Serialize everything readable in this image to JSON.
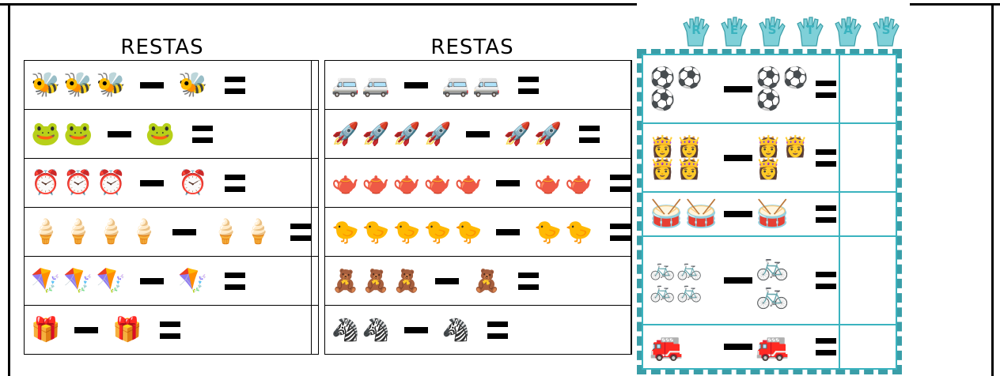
{
  "worksheets": [
    {
      "title": "RESTAS",
      "rows": [
        {
          "left": [
            "bee",
            "bee",
            "bee"
          ],
          "right": [
            "bee"
          ]
        },
        {
          "left": [
            "frog",
            "frog"
          ],
          "right": [
            "frog"
          ]
        },
        {
          "left": [
            "clock",
            "clock",
            "clock"
          ],
          "right": [
            "clock"
          ]
        },
        {
          "left": [
            "icecream",
            "icecream",
            "icecream",
            "icecream"
          ],
          "right": [
            "icecream",
            "icecream"
          ]
        },
        {
          "left": [
            "kite",
            "kite",
            "kite"
          ],
          "right": [
            "kite"
          ]
        },
        {
          "left": [
            "jackbox"
          ],
          "right": [
            "jackbox"
          ]
        }
      ]
    },
    {
      "title": "RESTAS",
      "rows": [
        {
          "left": [
            "car",
            "car"
          ],
          "right": [
            "car",
            "car"
          ]
        },
        {
          "left": [
            "rocket",
            "rocket",
            "rocket",
            "rocket"
          ],
          "right": [
            "rocket",
            "rocket"
          ]
        },
        {
          "left": [
            "teapot",
            "teapot",
            "teapot",
            "teapot",
            "teapot"
          ],
          "right": [
            "teapot",
            "teapot"
          ]
        },
        {
          "left": [
            "duck",
            "duck",
            "duck",
            "duck",
            "duck"
          ],
          "right": [
            "duck",
            "duck"
          ]
        },
        {
          "left": [
            "bear",
            "bear",
            "bear"
          ],
          "right": [
            "bear"
          ]
        },
        {
          "left": [
            "zebra",
            "zebra"
          ],
          "right": [
            "zebra"
          ]
        }
      ]
    }
  ],
  "third": {
    "title_letters": [
      "R",
      "E",
      "S",
      "T",
      "A",
      "S"
    ],
    "rows": [
      {
        "left": [
          "ball",
          "ball",
          "ball"
        ],
        "right": [
          "ball",
          "ball",
          "ball"
        ]
      },
      {
        "left": [
          "doll",
          "doll",
          "doll",
          "doll"
        ],
        "right": [
          "doll",
          "doll",
          "doll"
        ]
      },
      {
        "left": [
          "drum",
          "drum"
        ],
        "right": [
          "drum"
        ]
      },
      {
        "left": [
          "trike",
          "trike",
          "trike",
          "trike"
        ],
        "right": [
          "trike",
          "trike"
        ]
      },
      {
        "left": [
          "firetruck"
        ],
        "right": [
          "firetruck"
        ]
      }
    ]
  },
  "icons": {
    "bee": "🐝",
    "frog": "🐸",
    "clock": "⏰",
    "icecream": "🍦",
    "kite": "🪁",
    "jackbox": "🎁",
    "car": "🚐",
    "rocket": "🚀",
    "teapot": "🫖",
    "duck": "🐤",
    "bear": "🧸",
    "zebra": "🦓",
    "ball": "⚽",
    "doll": "👸",
    "drum": "🥁",
    "trike": "🚲",
    "firetruck": "🚒"
  },
  "colors": {
    "accent": "#3bb3bf"
  }
}
